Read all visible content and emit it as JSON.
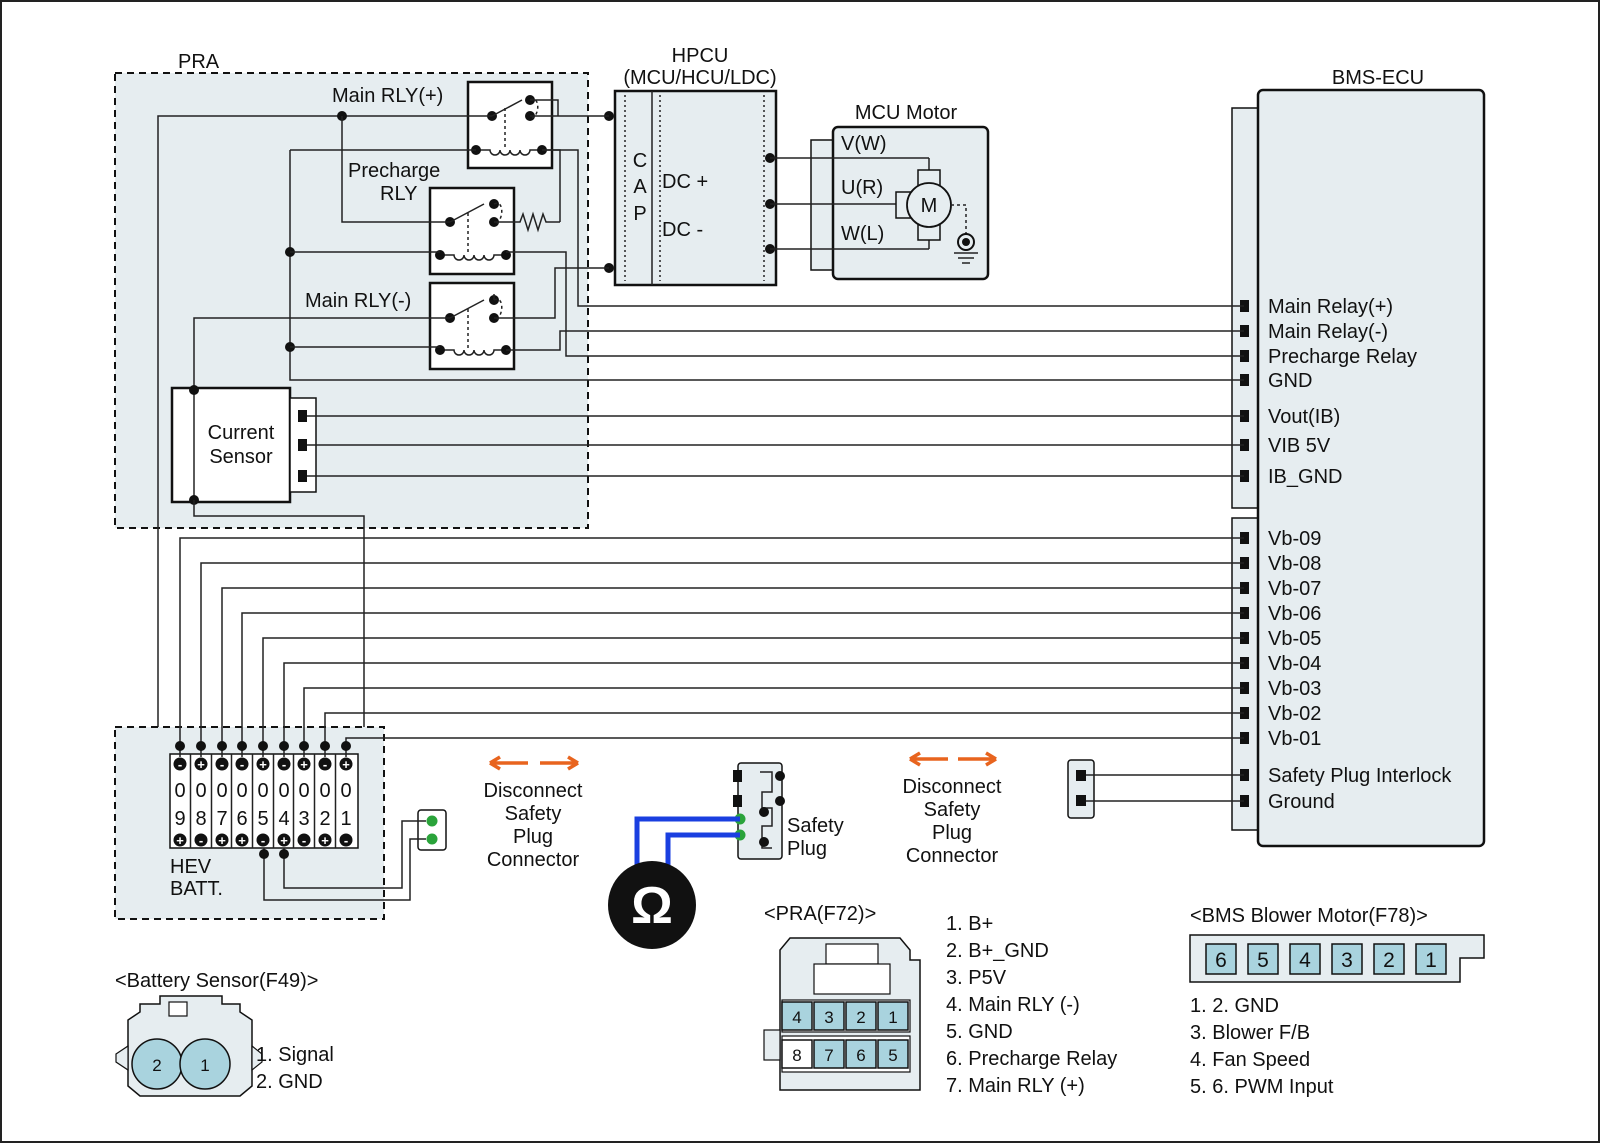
{
  "blocks": {
    "pra": "PRA",
    "hpcu_line1": "HPCU",
    "hpcu_line2": "(MCU/HCU/LDC)",
    "mcu_motor": "MCU Motor",
    "bms_ecu": "BMS-ECU",
    "main_rly_plus": "Main RLY(+)",
    "precharge_line1": "Precharge",
    "precharge_line2": "RLY",
    "main_rly_minus": "Main RLY(-)",
    "current_sensor_line1": "Current",
    "current_sensor_line2": "Sensor",
    "cap": [
      "C",
      "A",
      "P"
    ],
    "dc_plus": "DC +",
    "dc_minus": "DC -",
    "motor_v": "V(W)",
    "motor_u": "U(R)",
    "motor_w": "W(L)",
    "motor_symbol": "M",
    "hev_batt_line1": "HEV",
    "hev_batt_line2": "BATT.",
    "safety_plug_line1": "Safety",
    "safety_plug_line2": "Plug",
    "ohm_symbol": "Ω"
  },
  "disconnect_label": [
    "Disconnect",
    "Safety",
    "Plug",
    "Connector"
  ],
  "bms_pins_top": [
    "Main Relay(+)",
    "Main Relay(-)",
    "Precharge Relay",
    "GND",
    "Vout(IB)",
    "VIB 5V",
    "IB_GND"
  ],
  "bms_pins_bottom": [
    "Vb-09",
    "Vb-08",
    "Vb-07",
    "Vb-06",
    "Vb-05",
    "Vb-04",
    "Vb-03",
    "Vb-02",
    "Vb-01",
    "Safety Plug Interlock",
    "Ground"
  ],
  "battery_cells": [
    {
      "top": "-",
      "line1": "0",
      "line2": "9",
      "bottom": "+"
    },
    {
      "top": "+",
      "line1": "0",
      "line2": "8",
      "bottom": "-"
    },
    {
      "top": "-",
      "line1": "0",
      "line2": "7",
      "bottom": "+"
    },
    {
      "top": "-",
      "line1": "0",
      "line2": "6",
      "bottom": "+"
    },
    {
      "top": "+",
      "line1": "0",
      "line2": "5",
      "bottom": "-"
    },
    {
      "top": "-",
      "line1": "0",
      "line2": "4",
      "bottom": "+"
    },
    {
      "top": "+",
      "line1": "0",
      "line2": "3",
      "bottom": "-"
    },
    {
      "top": "-",
      "line1": "0",
      "line2": "2",
      "bottom": "+"
    },
    {
      "top": "+",
      "line1": "0",
      "line2": "1",
      "bottom": "-"
    }
  ],
  "battery_sensor": {
    "title": "<Battery Sensor(F49)>",
    "pins": [
      "2",
      "1"
    ],
    "legend": [
      "1. Signal",
      "2. GND"
    ]
  },
  "pra_connector": {
    "title": "<PRA(F72)>",
    "top_row": [
      "4",
      "3",
      "2",
      "1"
    ],
    "bottom_row": [
      "8",
      "7",
      "6",
      "5"
    ],
    "legend": [
      "1. B+",
      "2. B+_GND",
      "3. P5V",
      "4. Main RLY (-)",
      "5. GND",
      "6. Precharge Relay",
      "7. Main RLY (+)"
    ]
  },
  "blower_connector": {
    "title": "<BMS Blower Motor(F78)>",
    "pins": [
      "6",
      "5",
      "4",
      "3",
      "2",
      "1"
    ],
    "legend": [
      "1. 2. GND",
      "3. Blower F/B",
      "4. Fan Speed",
      "5. 6. PWM Input"
    ]
  },
  "colors": {
    "panel": "#e6edf0",
    "connector_pin": "#a9d3de",
    "arrow": "#e8641e",
    "meter_lead": "#1a3fe0",
    "meter_contact": "#2aa33a"
  }
}
